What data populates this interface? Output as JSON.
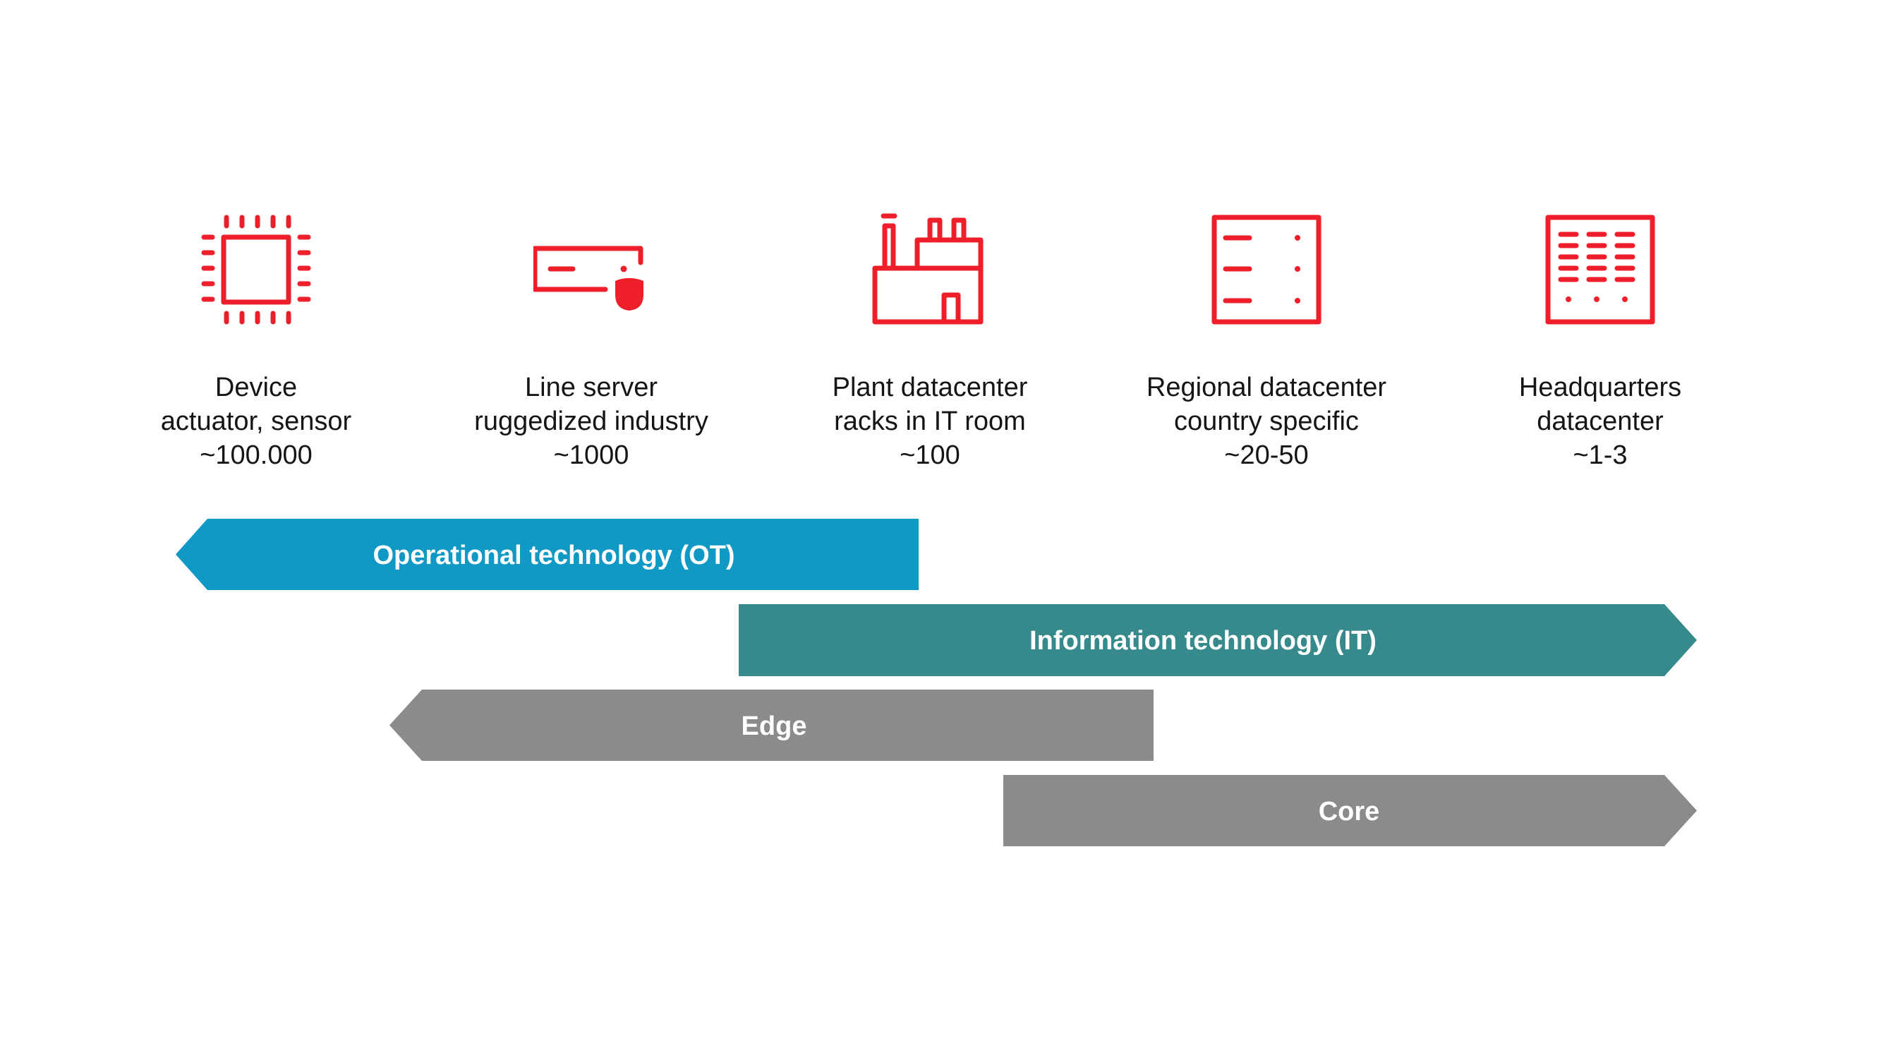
{
  "tiers": [
    {
      "name": "Device",
      "subtitle": "actuator, sensor",
      "count": "~100.000",
      "icon": "chip-icon"
    },
    {
      "name": "Line server",
      "subtitle": "ruggedized industry",
      "count": "~1000",
      "icon": "server-shield-icon"
    },
    {
      "name": "Plant datacenter",
      "subtitle": "racks in IT room",
      "count": "~100",
      "icon": "factory-icon"
    },
    {
      "name": "Regional datacenter",
      "subtitle": "country specific",
      "count": "~20-50",
      "icon": "rack-icon"
    },
    {
      "name": "Headquarters",
      "subtitle": "datacenter",
      "count": "~1-3",
      "icon": "datacenter-icon"
    }
  ],
  "spans": [
    {
      "label": "Operational technology (OT)",
      "direction": "left",
      "color": "#1199c6",
      "from_tier": 1,
      "to_tier": 3
    },
    {
      "label": "Information technology (IT)",
      "direction": "right",
      "color": "#378a8c",
      "from_tier": 3,
      "to_tier": 5
    },
    {
      "label": "Edge",
      "direction": "left",
      "color": "#8b8b8b",
      "from_tier": 2,
      "to_tier": 4
    },
    {
      "label": "Core",
      "direction": "right",
      "color": "#8b8b8b",
      "from_tier": 3,
      "to_tier": 5
    }
  ],
  "colors": {
    "icon": "#ee1f2a",
    "text": "#151515"
  }
}
